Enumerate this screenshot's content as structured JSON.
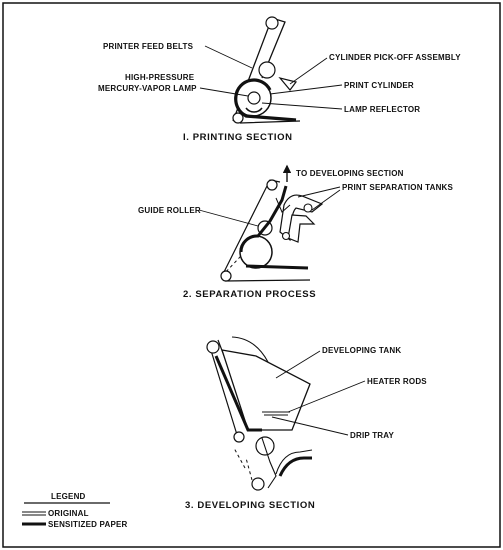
{
  "printing": {
    "feed_belts": "PRINTER FEED BELTS",
    "pickoff": "CYLINDER PICK-OFF ASSEMBLY",
    "lamp_line1": "HIGH-PRESSURE",
    "lamp_line2": "MERCURY-VAPOR LAMP",
    "print_cylinder": "PRINT CYLINDER",
    "lamp_reflector": "LAMP REFLECTOR",
    "caption": "I. PRINTING SECTION"
  },
  "separation": {
    "to_developing": "TO DEVELOPING SECTION",
    "tanks": "PRINT SEPARATION TANKS",
    "guide_roller": "GUIDE ROLLER",
    "caption": "2. SEPARATION PROCESS"
  },
  "developing": {
    "tank": "DEVELOPING TANK",
    "heater_rods": "HEATER RODS",
    "drip_tray": "DRIP TRAY",
    "caption": "3. DEVELOPING SECTION"
  },
  "legend": {
    "title": "LEGEND",
    "original": "ORIGINAL",
    "sensitized": "SENSITIZED PAPER"
  }
}
